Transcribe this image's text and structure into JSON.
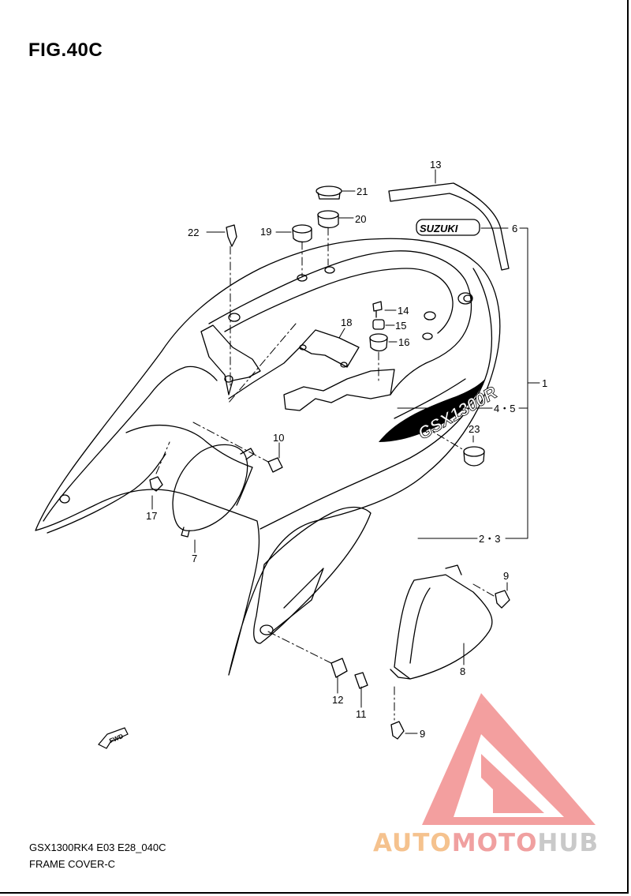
{
  "figure": {
    "title": "FIG.40C"
  },
  "callouts": [
    {
      "id": "c13",
      "text": "13"
    },
    {
      "id": "c21",
      "text": "21"
    },
    {
      "id": "c20",
      "text": "20"
    },
    {
      "id": "c19",
      "text": "19"
    },
    {
      "id": "c22",
      "text": "22"
    },
    {
      "id": "c6",
      "text": "6"
    },
    {
      "id": "c14",
      "text": "14"
    },
    {
      "id": "c15",
      "text": "15"
    },
    {
      "id": "c18",
      "text": "18"
    },
    {
      "id": "c16",
      "text": "16"
    },
    {
      "id": "c1",
      "text": "1"
    },
    {
      "id": "c45",
      "text": "4・5"
    },
    {
      "id": "c23",
      "text": "23"
    },
    {
      "id": "c10",
      "text": "10"
    },
    {
      "id": "c17",
      "text": "17"
    },
    {
      "id": "c7",
      "text": "7"
    },
    {
      "id": "c23b",
      "text": "2・3"
    },
    {
      "id": "c9a",
      "text": "9"
    },
    {
      "id": "c8",
      "text": "8"
    },
    {
      "id": "c12",
      "text": "12"
    },
    {
      "id": "c11",
      "text": "11"
    },
    {
      "id": "c9b",
      "text": "9"
    }
  ],
  "decals": {
    "brand": "SUZUKI",
    "model": "GSX1300R",
    "fwd": "FWD"
  },
  "footer": {
    "code": "GSX1300RK4 E03 E28_040C",
    "name": "FRAME COVER-C"
  },
  "watermark": {
    "part1": "AUTO",
    "part2": "MOTO",
    "part3": "HUB",
    "color_main": "#f08080",
    "color_auto": "#f5b97a",
    "color_hub": "#bdbdbd"
  }
}
